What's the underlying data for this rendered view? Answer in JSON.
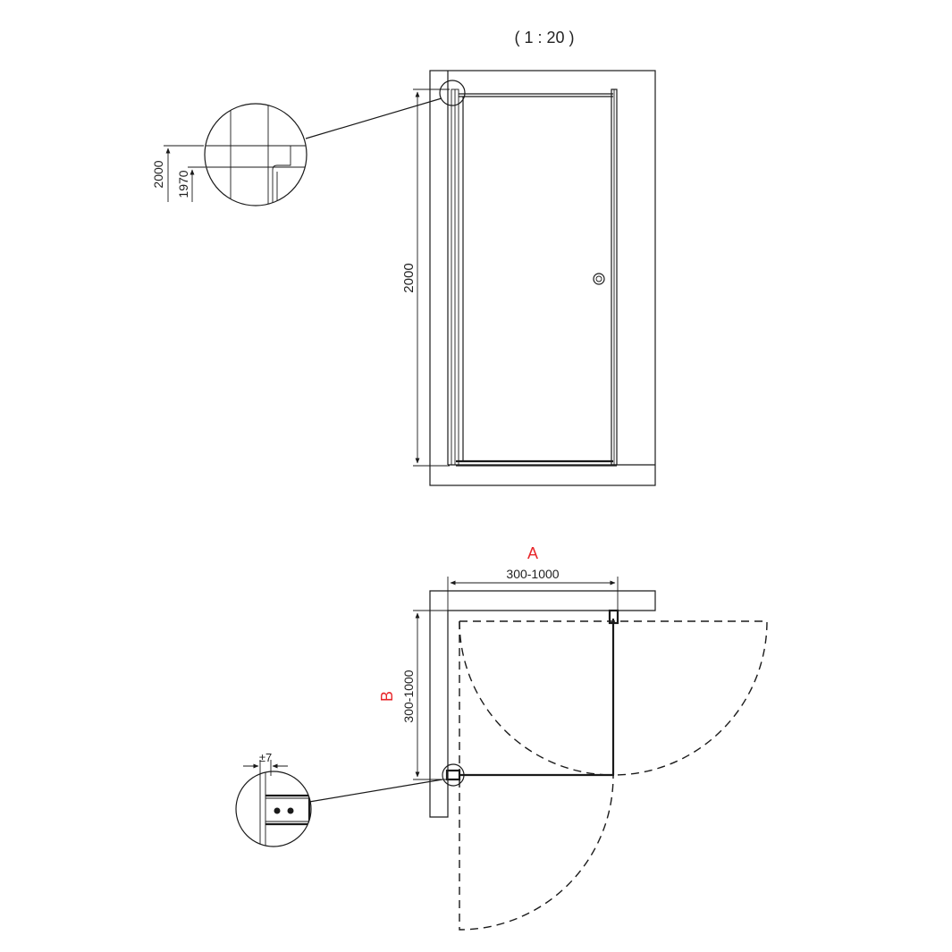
{
  "scale_label": "( 1 : 20 )",
  "elevation": {
    "height_dim": "2000",
    "detail_dim_outer": "2000",
    "detail_dim_inner": "1970"
  },
  "plan": {
    "width_label": "A",
    "width_dim": "300-1000",
    "depth_label": "B",
    "depth_dim": "300-1000",
    "adjust_dim": "±7"
  },
  "colors": {
    "line": "#1a1a1a",
    "label_accent": "#e8262a"
  }
}
